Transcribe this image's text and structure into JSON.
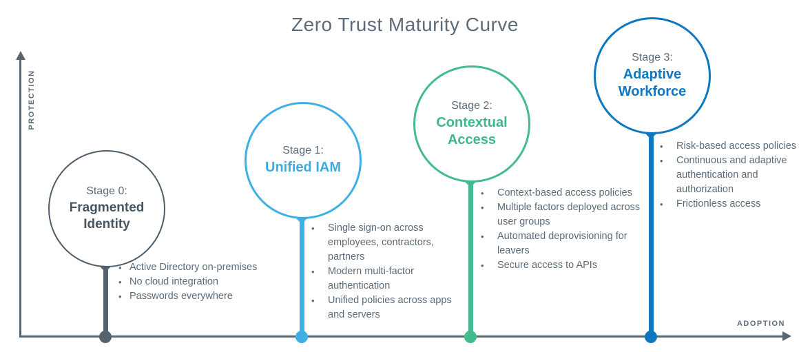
{
  "title": "Zero Trust Maturity Curve",
  "axes": {
    "y_label": "PROTECTION",
    "x_label": "ADOPTION",
    "axis_color": "#566672"
  },
  "colors": {
    "text_gray": "#5c6b79",
    "stage0": "#556370",
    "stage1": "#3fb0e5",
    "stage2": "#42bb8e",
    "stage3": "#0d78c0"
  },
  "stages": [
    {
      "label": "Stage 0:",
      "name": "Fragmented Identity",
      "color": "#556370",
      "bullets": [
        "Active Directory on-premises",
        "No cloud integration",
        "Passwords everywhere"
      ]
    },
    {
      "label": "Stage 1:",
      "name": "Unified IAM",
      "color": "#3fb0e5",
      "bullets": [
        "Single sign-on across employees, contractors, partners",
        "Modern multi-factor authentication",
        "Unified policies across apps and servers"
      ]
    },
    {
      "label": "Stage 2:",
      "name": "Contextual Access",
      "color": "#42bb8e",
      "bullets": [
        "Context-based access policies",
        "Multiple factors deployed across user groups",
        "Automated deprovisioning for leavers",
        "Secure access to APIs"
      ]
    },
    {
      "label": "Stage 3:",
      "name": "Adaptive Workforce",
      "color": "#0d78c0",
      "bullets": [
        "Risk-based access policies",
        "Continuous and adaptive authentication and authorization",
        "Frictionless access"
      ]
    }
  ]
}
